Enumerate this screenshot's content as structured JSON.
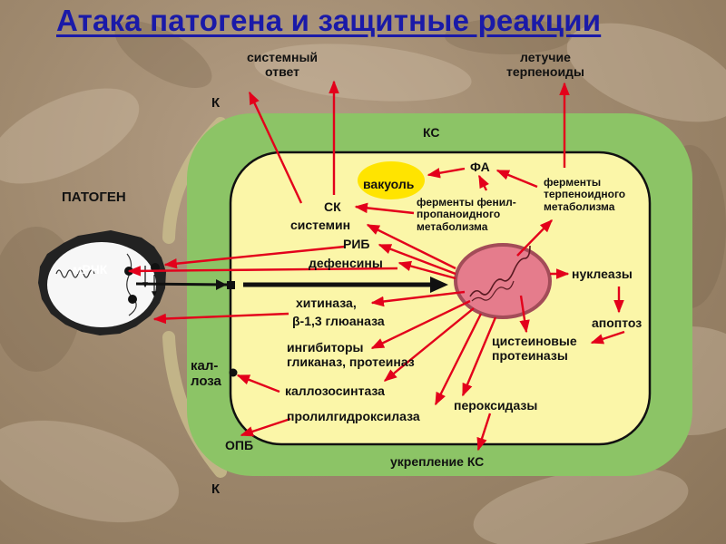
{
  "title": "Атака патогена и защитные реакции",
  "colors": {
    "cell_wall": "#8cc466",
    "cytoplasm": "#fbf6a8",
    "vacuole": "#ffe400",
    "nucleus": "#e57c8c",
    "arrows": "#e3001b",
    "title": "#1a1aa8"
  },
  "labels": {
    "systemic_response": "системный\nответ",
    "volatile_terpenoids": "летучие\nтерпеноиды",
    "k_top": "К",
    "k_bottom": "К",
    "ks": "КС",
    "pathogen": "ПАТОГЕН",
    "mrna": "мРНК",
    "vacuole": "вакуоль",
    "fa": "ФА",
    "sk": "СК",
    "phenylpropanoid_enzymes": "ферменты фенил-\nпропаноидного\nметаболизма",
    "terpenoid_enzymes": "ферменты\nтерпеноидного\nметаболизма",
    "systemin": "системин",
    "rib": "РИБ",
    "defensins": "дефенсины",
    "nucleases": "нуклеазы",
    "chitinase": "хитиназа,",
    "glucanase": "β-1,3 глюаназа",
    "apoptosis": "апоптоз",
    "cysteine_proteinases": "цистеиновые\nпротеиназы",
    "inhibitors": "ингибиторы\nгликаназ, протеиназ",
    "callose": "кал-\nлоза",
    "callose_synthase": "каллозосинтаза",
    "peroxidases": "пероксидазы",
    "prolyl_hydroxylase": "пролилгидроксилаза",
    "opb": "ОПБ",
    "cell_wall_strengthening": "укрепление КС"
  }
}
